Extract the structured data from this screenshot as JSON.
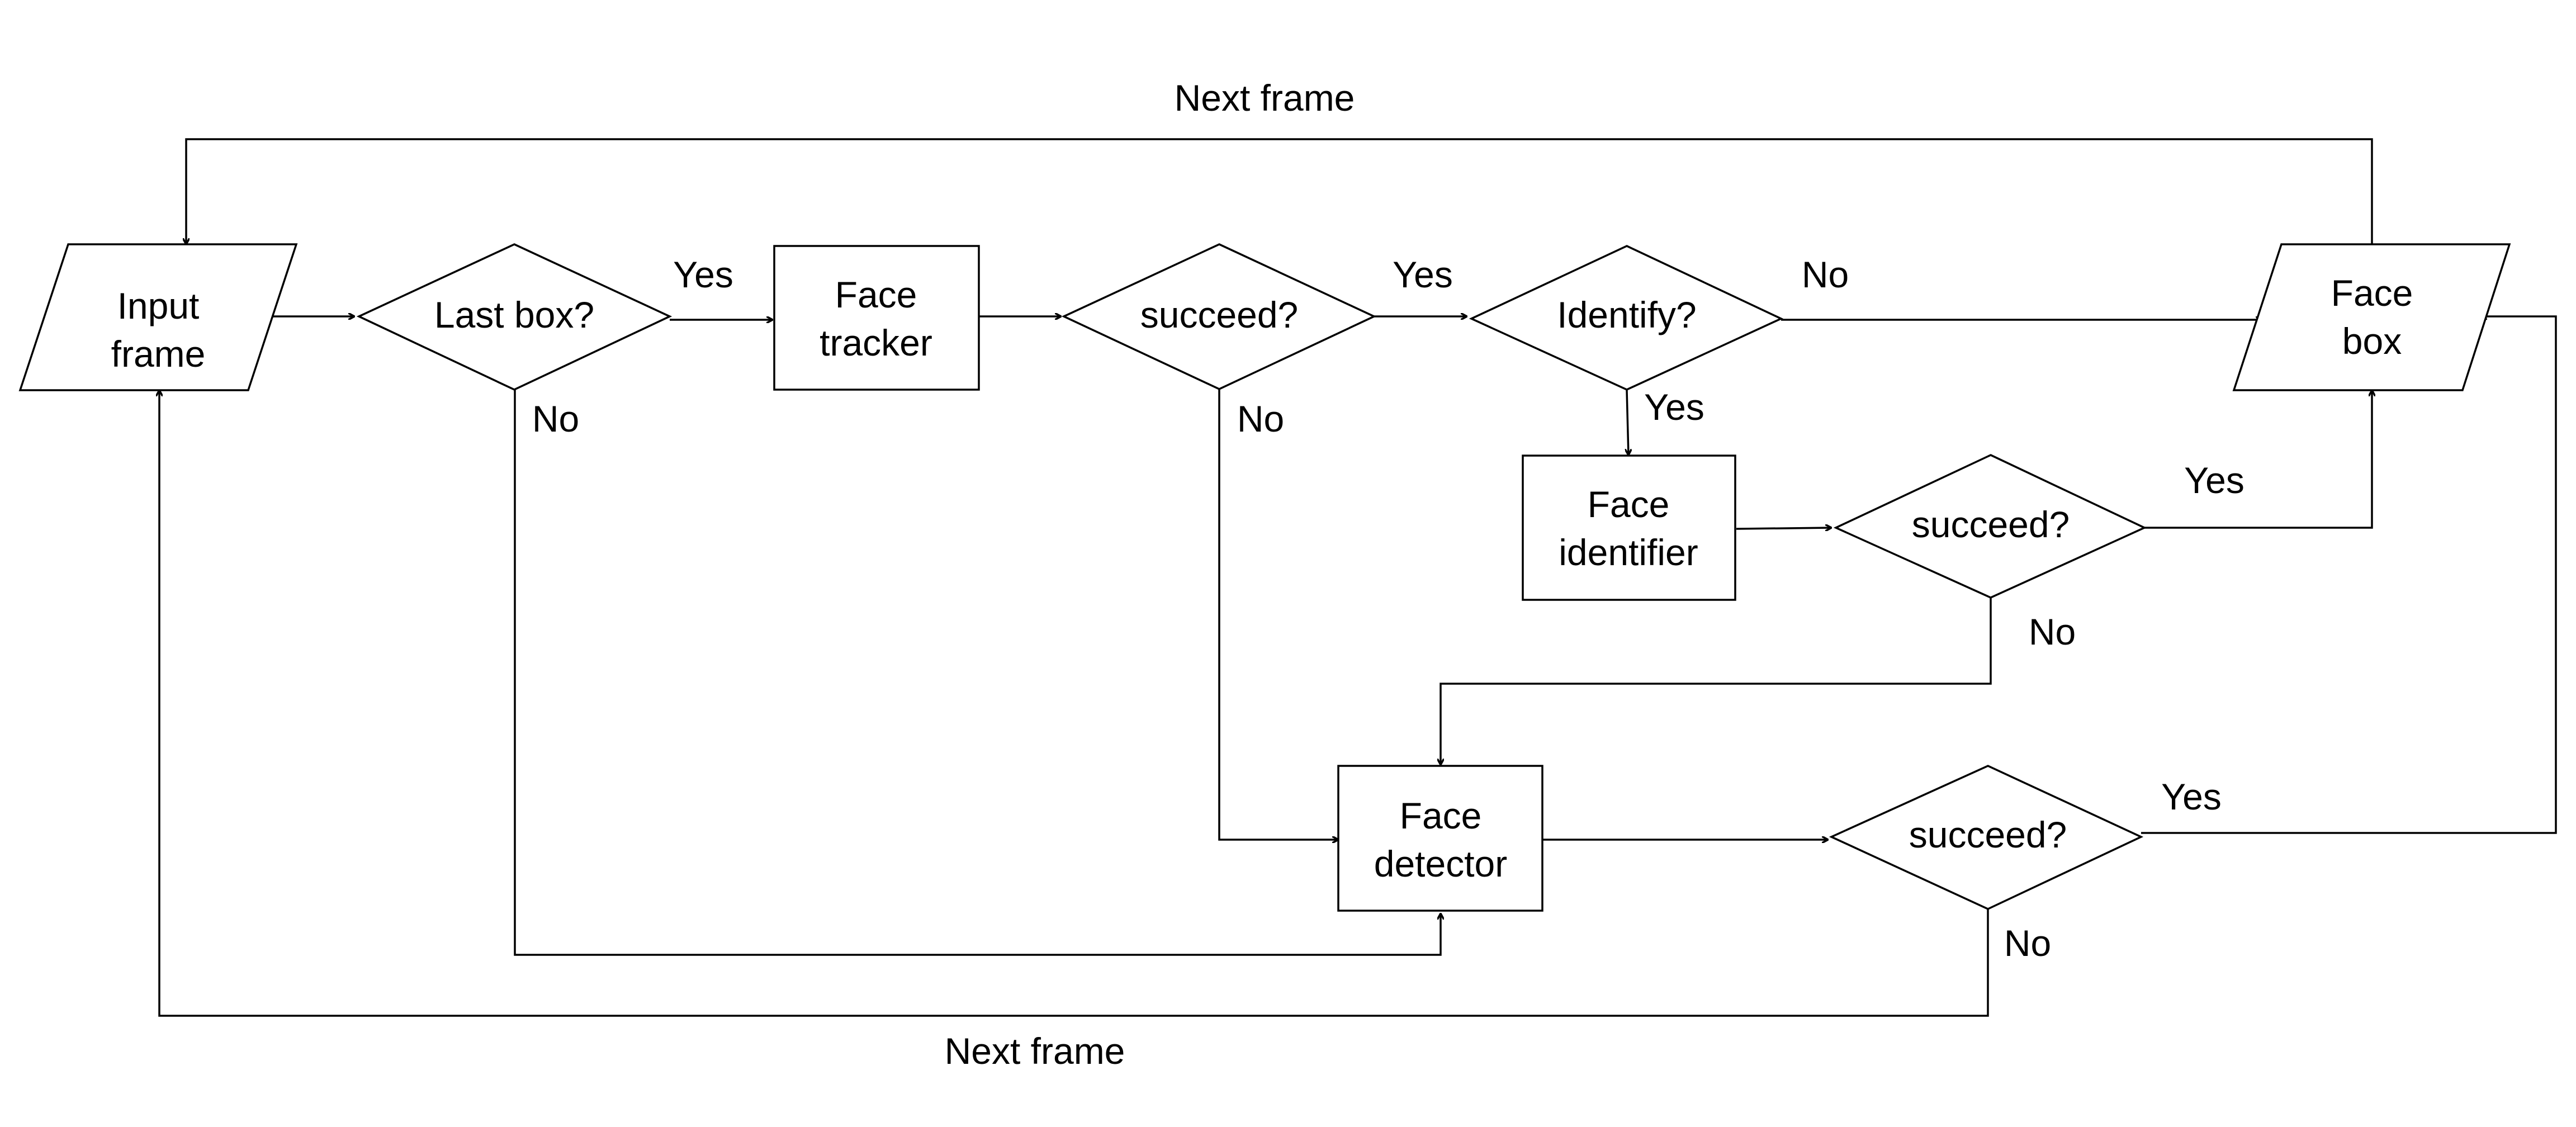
{
  "nodes": {
    "input_frame": {
      "line1": "Input",
      "line2": "frame"
    },
    "last_box": {
      "label": "Last box?"
    },
    "face_tracker": {
      "line1": "Face",
      "line2": "tracker"
    },
    "succeed_tracker": {
      "label": "succeed?"
    },
    "identify": {
      "label": "Identify?"
    },
    "face_box": {
      "line1": "Face",
      "line2": "box"
    },
    "face_identifier": {
      "line1": "Face",
      "line2": "identifier"
    },
    "succeed_identifier": {
      "label": "succeed?"
    },
    "face_detector": {
      "line1": "Face",
      "line2": "detector"
    },
    "succeed_detector": {
      "label": "succeed?"
    }
  },
  "edge_labels": {
    "next_frame_top": "Next frame",
    "next_frame_bottom": "Next frame",
    "last_box_yes": "Yes",
    "last_box_no": "No",
    "tracker_succeed_yes": "Yes",
    "tracker_succeed_no": "No",
    "identify_no": "No",
    "identify_yes": "Yes",
    "identifier_succeed_yes": "Yes",
    "identifier_succeed_no": "No",
    "detector_succeed_yes": "Yes",
    "detector_succeed_no": "No"
  }
}
